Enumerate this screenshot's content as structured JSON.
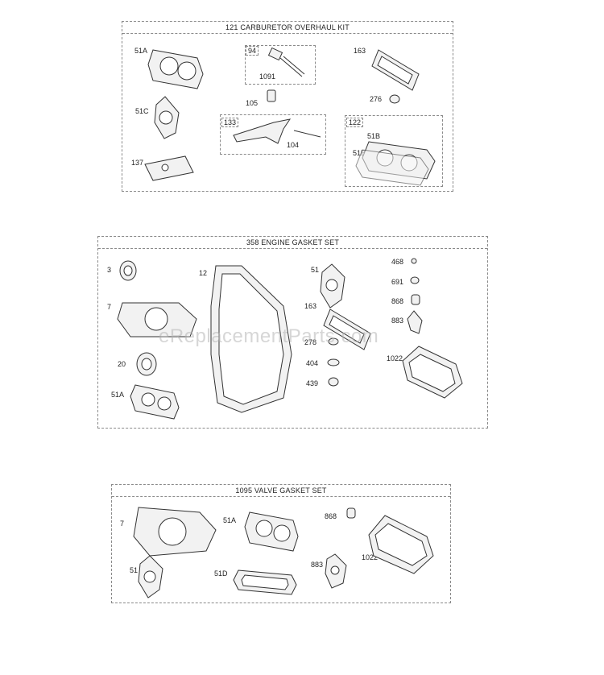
{
  "kits": [
    {
      "title": "121 CARBURETOR OVERHAUL KIT",
      "labels": [
        "51A",
        "94",
        "1091",
        "163",
        "105",
        "276",
        "51C",
        "133",
        "104",
        "122",
        "51B",
        "51B",
        "137"
      ]
    },
    {
      "title": "358 ENGINE GASKET SET",
      "labels": [
        "3",
        "12",
        "51",
        "468",
        "691",
        "7",
        "163",
        "868",
        "883",
        "278",
        "404",
        "1022",
        "20",
        "439",
        "51A"
      ]
    },
    {
      "title": "1095 VALVE GASKET SET",
      "labels": [
        "7",
        "51A",
        "868",
        "1022",
        "51",
        "883",
        "51D"
      ]
    }
  ],
  "watermark": "eReplacementParts.com"
}
